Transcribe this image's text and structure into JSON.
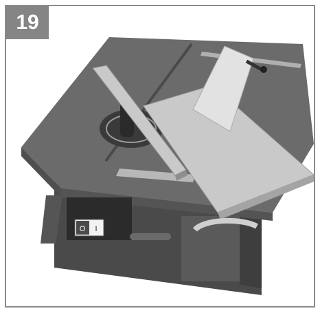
{
  "figure": {
    "step_number": "19"
  },
  "switch": {
    "off_symbol": "O",
    "on_symbol": "I"
  },
  "colors": {
    "badge": "#858585",
    "frame": "#8a8a8a",
    "table_top": "#6b6b6b",
    "wood_board": "#c9c9c9"
  }
}
